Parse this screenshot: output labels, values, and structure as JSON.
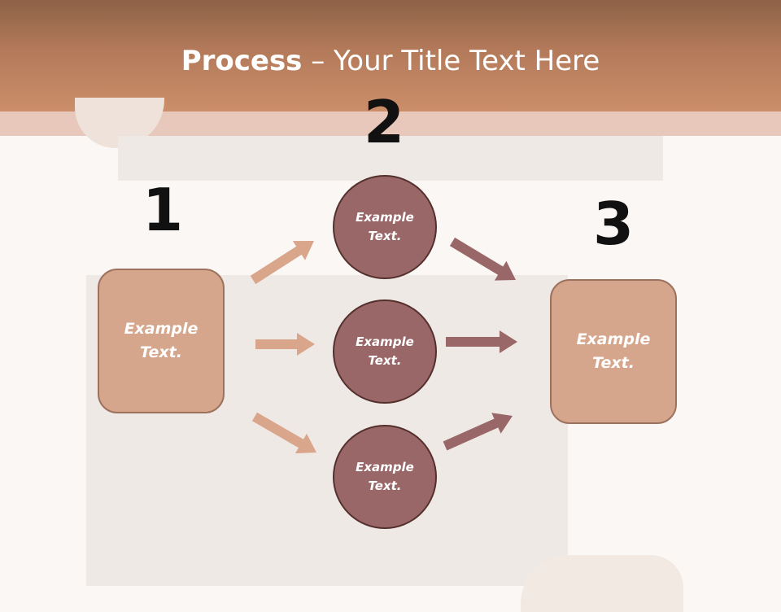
{
  "title": {
    "bold": "Process",
    "rest": " – Your Title Text Here"
  },
  "steps": {
    "one": "1",
    "two": "2",
    "three": "3"
  },
  "left_box": {
    "line1": "Example",
    "line2": "Text."
  },
  "right_box": {
    "line1": "Example",
    "line2": "Text."
  },
  "circles": [
    {
      "line1": "Example",
      "line2": "Text."
    },
    {
      "line1": "Example",
      "line2": "Text."
    },
    {
      "line1": "Example",
      "line2": "Text."
    }
  ],
  "colors": {
    "header": "#c68a66",
    "box_fill": "#d5a68c",
    "circle_fill": "#9a6768",
    "arrow_light": "#d9a58b",
    "arrow_dark": "#9a6768"
  }
}
